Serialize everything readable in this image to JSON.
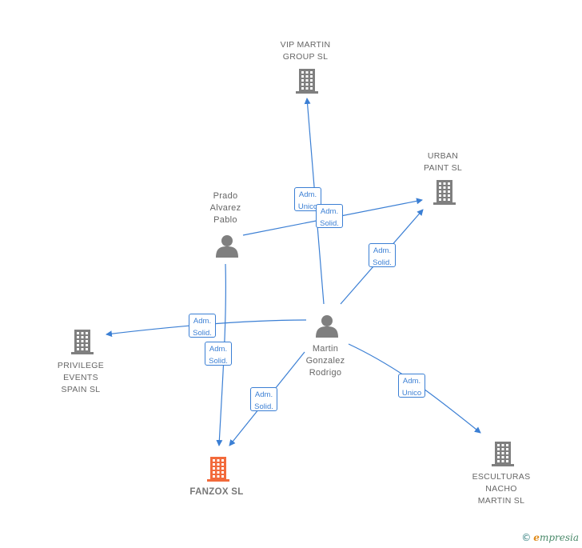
{
  "nodes": [
    {
      "id": "vip",
      "label": "VIP MARTIN\nGROUP  SL",
      "kind": "company",
      "color": "#7f7f7f"
    },
    {
      "id": "urban",
      "label": "URBAN\nPAINT  SL",
      "kind": "company",
      "color": "#7f7f7f"
    },
    {
      "id": "prado",
      "label": "Prado\nAlvarez\nPablo",
      "kind": "person",
      "color": "#7f7f7f"
    },
    {
      "id": "martin",
      "label": "Martin\nGonzalez\nRodrigo",
      "kind": "person",
      "color": "#7f7f7f"
    },
    {
      "id": "privilege",
      "label": "PRIVILEGE\nEVENTS\nSPAIN SL",
      "kind": "company",
      "color": "#7f7f7f"
    },
    {
      "id": "fanzox",
      "label": "FANZOX  SL",
      "kind": "company",
      "color": "#f26a3b",
      "highlight": true
    },
    {
      "id": "esculturas",
      "label": "ESCULTURAS\nNACHO\nMARTIN  SL",
      "kind": "company",
      "color": "#7f7f7f"
    }
  ],
  "edges": [
    {
      "from": "martin",
      "to": "vip",
      "label": "Adm.\nUnico"
    },
    {
      "from": "prado",
      "to": "urban",
      "label": "Adm.\nSolid."
    },
    {
      "from": "martin",
      "to": "urban",
      "label": "Adm.\nSolid."
    },
    {
      "from": "martin",
      "to": "privilege",
      "label": "Adm.\nSolid."
    },
    {
      "from": "prado",
      "to": "fanzox",
      "label": "Adm.\nSolid."
    },
    {
      "from": "martin",
      "to": "fanzox",
      "label": "Adm.\nSolid."
    },
    {
      "from": "martin",
      "to": "esculturas",
      "label": "Adm.\nUnico"
    }
  ],
  "colors": {
    "edge": "#3b7fd4",
    "node": "#7f7f7f",
    "highlight": "#f26a3b"
  },
  "brand": {
    "copyright": "©",
    "name_initial": "e",
    "name_rest": "mpresia"
  }
}
